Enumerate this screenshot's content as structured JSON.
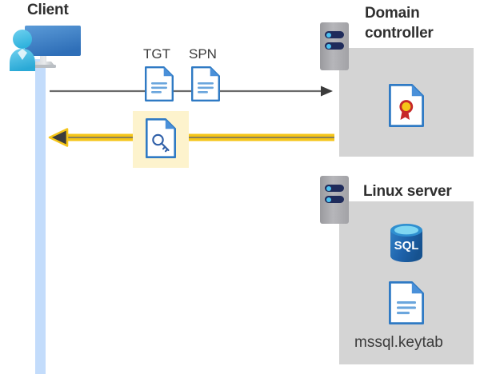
{
  "diagram": {
    "title": "Kerberos authentication flow between client, domain controller and Linux server",
    "colors": {
      "group_box": "#d4d4d4",
      "lifeline": "#c3dcfb",
      "highlight": "#fdf3cd",
      "yellow_arrow": "#f5c518",
      "gray_arrow": "#6b6b6b",
      "title_text": "#2f2f2f",
      "doc_blue": "#2f7ac4",
      "rack_gray": "#a8a8ac",
      "rack_slot": "#1f2b5b",
      "sql_blue": "#1e6cb4"
    },
    "nodes": {
      "client": {
        "title": "Client",
        "icon": "workstation-user-icon"
      },
      "domain_controller": {
        "title": "Domain controller",
        "rack_icon": "server-rack-icon",
        "items": [
          {
            "icon": "certificate-document-icon",
            "label": ""
          }
        ]
      },
      "linux_server": {
        "title": "Linux server",
        "rack_icon": "server-rack-icon",
        "items": [
          {
            "icon": "sql-database-icon",
            "label": "SQL"
          },
          {
            "icon": "keytab-document-icon",
            "label": "mssql.keytab"
          }
        ]
      }
    },
    "artifacts": [
      {
        "id": "tgt",
        "label": "TGT",
        "icon": "text-document-icon"
      },
      {
        "id": "spn",
        "label": "SPN",
        "icon": "text-document-icon"
      },
      {
        "id": "service-ticket",
        "label": "",
        "icon": "key-document-icon",
        "highlighted": true
      }
    ],
    "flows": [
      {
        "id": "request",
        "direction": "client-to-domain-controller",
        "style": "gray-arrow"
      },
      {
        "id": "response",
        "direction": "domain-controller-to-client",
        "style": "yellow-arrow"
      }
    ]
  }
}
